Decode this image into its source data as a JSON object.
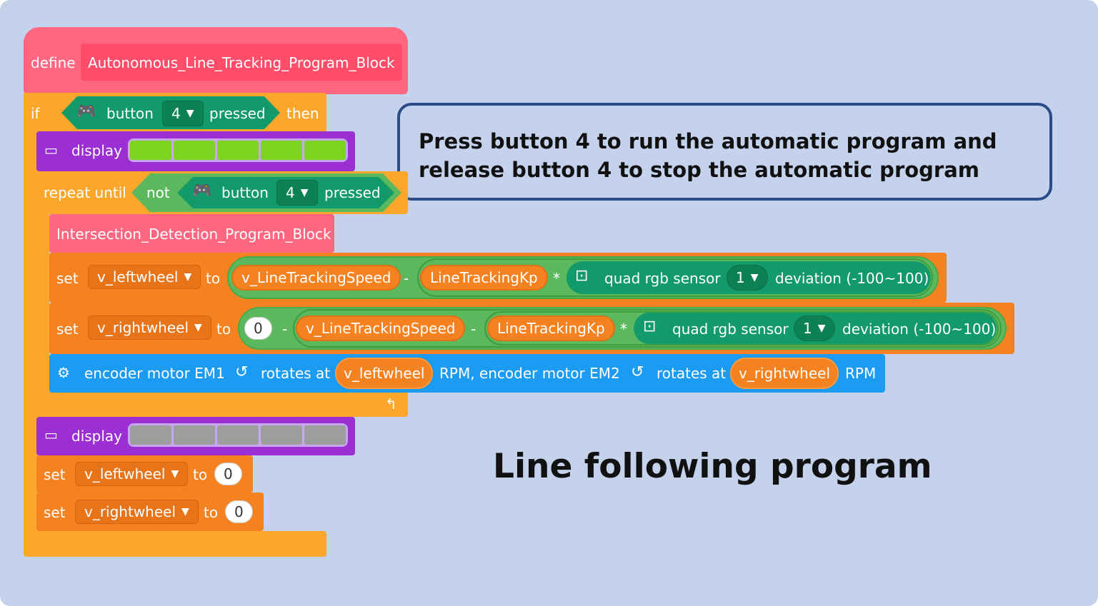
{
  "define": {
    "keyword": "define",
    "name": "Autonomous_Line_Tracking_Program_Block"
  },
  "if_block": {
    "if": "if",
    "then": "then",
    "button": "button",
    "number": "4",
    "pressed": "pressed"
  },
  "display1": {
    "label": "display",
    "colors": [
      "#7ed321",
      "#7ed321",
      "#7ed321",
      "#7ed321",
      "#7ed321"
    ]
  },
  "repeat": {
    "label": "repeat until",
    "not": "not",
    "button": "button",
    "number": "4",
    "pressed": "pressed"
  },
  "intersection": {
    "name": "Intersection_Detection_Program_Block"
  },
  "set_left": {
    "set": "set",
    "var": "v_leftwheel",
    "to": "to",
    "speed": "v_LineTrackingSpeed",
    "minus": "-",
    "kp": "LineTrackingKp",
    "times": "*",
    "sensor": "quad rgb sensor",
    "port": "1",
    "deviation": "deviation (-100~100)"
  },
  "set_right": {
    "set": "set",
    "var": "v_rightwheel",
    "to": "to",
    "zero": "0",
    "minus1": "-",
    "speed": "v_LineTrackingSpeed",
    "minus2": "-",
    "kp": "LineTrackingKp",
    "times": "*",
    "sensor": "quad rgb sensor",
    "port": "1",
    "deviation": "deviation (-100~100)"
  },
  "motor": {
    "em1": "encoder motor EM1",
    "rotates1": "rotates at",
    "var1": "v_leftwheel",
    "rpm1": "RPM, encoder motor EM2",
    "rotates2": "rotates at",
    "var2": "v_rightwheel",
    "rpm2": "RPM"
  },
  "display2": {
    "label": "display",
    "colors": [
      "#9e9e9e",
      "#9e9e9e",
      "#9e9e9e",
      "#9e9e9e",
      "#9e9e9e"
    ]
  },
  "reset_left": {
    "set": "set",
    "var": "v_leftwheel",
    "to": "to",
    "value": "0"
  },
  "reset_right": {
    "set": "set",
    "var": "v_rightwheel",
    "to": "to",
    "value": "0"
  },
  "callout": {
    "line1": "Press button 4 to run the automatic program and",
    "line2": "release button 4 to stop the automatic program"
  },
  "title": "Line following program"
}
